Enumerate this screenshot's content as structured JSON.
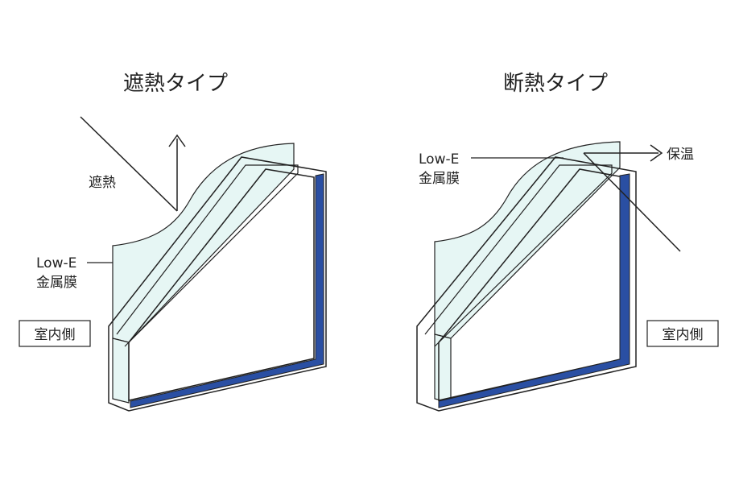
{
  "left_panel": {
    "title": "遮熱タイプ",
    "heat_label": "遮熱",
    "lowe_line1": "Low-E",
    "lowe_line2": "金属膜",
    "room_label": "室内側"
  },
  "right_panel": {
    "title": "断熱タイプ",
    "insulation_label": "保温",
    "lowe_line1": "Low-E",
    "lowe_line2": "金属膜",
    "room_label": "室内側"
  },
  "colors": {
    "glass_tint": "#e6f6f4",
    "glass_edge": "#9fd3cc",
    "spacer_blue": "#2a4fa3",
    "line": "#222222"
  }
}
